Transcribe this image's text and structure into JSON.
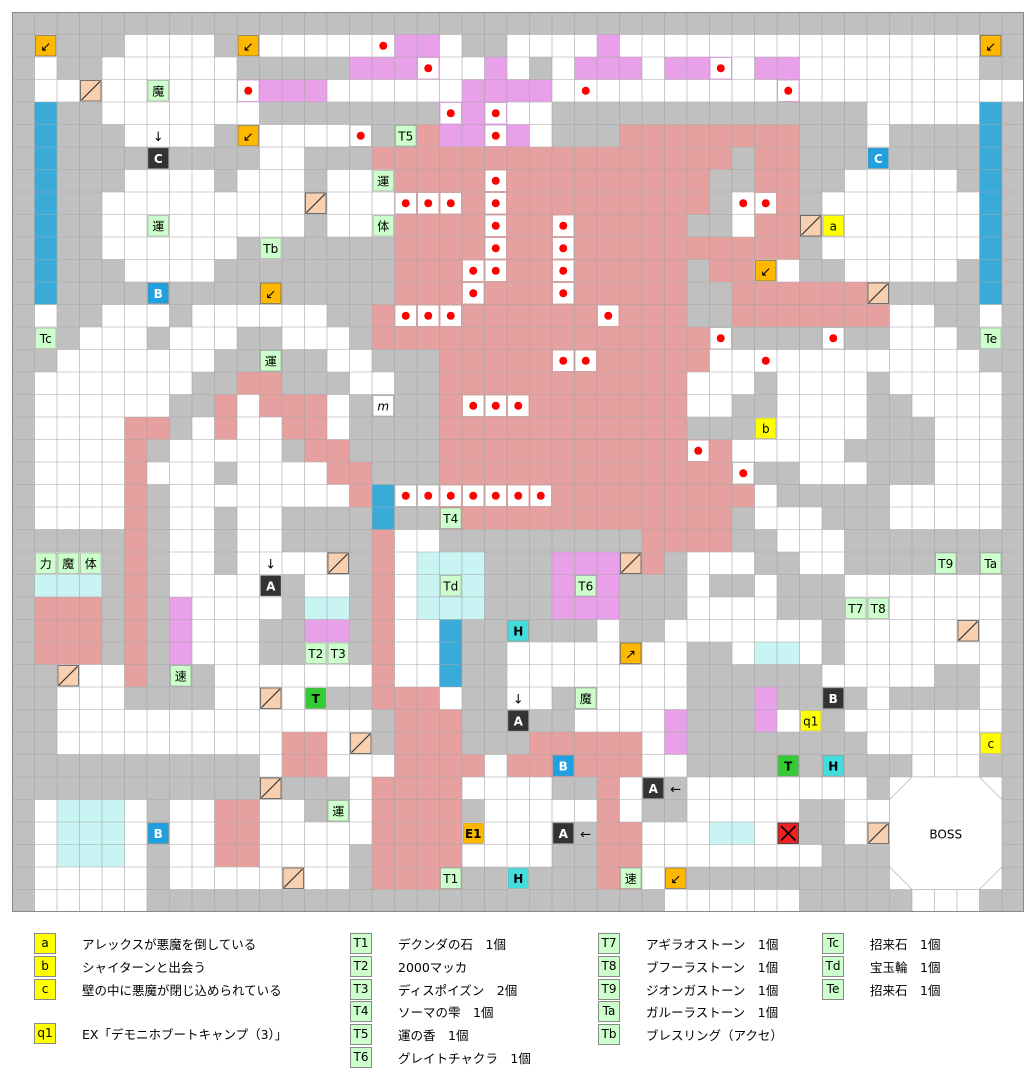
{
  "colors": {
    "background": "#c0c0c0",
    "grid_line": "#a6a6a6",
    "floor": "#ffffff",
    "damage_floor": "#e6a0a0",
    "poison_floor": "#e8a0e8",
    "ice_floor": "#c8f4f4",
    "water": "#3aaad8",
    "enemy_marker": "#ff0000",
    "treasure_tag": "#ccffcc",
    "event_tag": "#ffff00",
    "orange_marker": "#ffb800",
    "door_dark": "#333333",
    "door_blue": "#1fa0e0",
    "door_green": "#33cc33",
    "door_teal": "#44dddd"
  },
  "map": {
    "boss_label": "BOSS",
    "cell_labels": [
      {
        "text": "魔",
        "col": 6,
        "row": 3,
        "kind": "tile"
      },
      {
        "text": "運",
        "col": 6,
        "row": 9,
        "kind": "tile"
      },
      {
        "text": "運",
        "col": 16,
        "row": 7,
        "kind": "tile"
      },
      {
        "text": "体",
        "col": 16,
        "row": 9,
        "kind": "tile"
      },
      {
        "text": "運",
        "col": 11,
        "row": 15,
        "kind": "tile"
      },
      {
        "text": "力",
        "col": 1,
        "row": 24,
        "kind": "tile"
      },
      {
        "text": "魔",
        "col": 2,
        "row": 24,
        "kind": "tile"
      },
      {
        "text": "体",
        "col": 3,
        "row": 24,
        "kind": "tile"
      },
      {
        "text": "速",
        "col": 7,
        "row": 29,
        "kind": "tile"
      },
      {
        "text": "魔",
        "col": 25,
        "row": 30,
        "kind": "tile"
      },
      {
        "text": "運",
        "col": 14,
        "row": 35,
        "kind": "tile"
      },
      {
        "text": "速",
        "col": 27,
        "row": 38,
        "kind": "tile"
      },
      {
        "text": "T1",
        "col": 19,
        "row": 38,
        "kind": "treasure"
      },
      {
        "text": "T2",
        "col": 13,
        "row": 28,
        "kind": "treasure"
      },
      {
        "text": "T3",
        "col": 14,
        "row": 28,
        "kind": "treasure"
      },
      {
        "text": "T4",
        "col": 19,
        "row": 22,
        "kind": "treasure"
      },
      {
        "text": "T5",
        "col": 17,
        "row": 5,
        "kind": "treasure"
      },
      {
        "text": "T6",
        "col": 25,
        "row": 25,
        "kind": "treasure"
      },
      {
        "text": "T7",
        "col": 37,
        "row": 26,
        "kind": "treasure"
      },
      {
        "text": "T8",
        "col": 38,
        "row": 26,
        "kind": "treasure"
      },
      {
        "text": "T9",
        "col": 41,
        "row": 24,
        "kind": "treasure"
      },
      {
        "text": "Ta",
        "col": 43,
        "row": 24,
        "kind": "treasure"
      },
      {
        "text": "Tb",
        "col": 11,
        "row": 10,
        "kind": "treasure"
      },
      {
        "text": "Tc",
        "col": 1,
        "row": 14,
        "kind": "treasure"
      },
      {
        "text": "Td",
        "col": 19,
        "row": 25,
        "kind": "treasure"
      },
      {
        "text": "Te",
        "col": 43,
        "row": 14,
        "kind": "treasure"
      },
      {
        "text": "a",
        "col": 36,
        "row": 9,
        "kind": "event"
      },
      {
        "text": "b",
        "col": 33,
        "row": 18,
        "kind": "event"
      },
      {
        "text": "c",
        "col": 43,
        "row": 32,
        "kind": "event"
      },
      {
        "text": "q1",
        "col": 35,
        "row": 31,
        "kind": "event"
      },
      {
        "text": "C",
        "col": 6,
        "row": 6,
        "kind": "door-dark"
      },
      {
        "text": "C",
        "col": 38,
        "row": 6,
        "kind": "door-blue"
      },
      {
        "text": "B",
        "col": 6,
        "row": 12,
        "kind": "door-blue"
      },
      {
        "text": "A",
        "col": 11,
        "row": 25,
        "kind": "door-dark"
      },
      {
        "text": "H",
        "col": 22,
        "row": 27,
        "kind": "door-teal"
      },
      {
        "text": "T",
        "col": 13,
        "row": 30,
        "kind": "door-green"
      },
      {
        "text": "A",
        "col": 22,
        "row": 31,
        "kind": "door-dark"
      },
      {
        "text": "B",
        "col": 36,
        "row": 30,
        "kind": "door-dark"
      },
      {
        "text": "B",
        "col": 24,
        "row": 33,
        "kind": "door-blue"
      },
      {
        "text": "A",
        "col": 28,
        "row": 34,
        "kind": "door-dark"
      },
      {
        "text": "T",
        "col": 34,
        "row": 33,
        "kind": "door-green"
      },
      {
        "text": "H",
        "col": 36,
        "row": 33,
        "kind": "door-teal"
      },
      {
        "text": "B",
        "col": 6,
        "row": 36,
        "kind": "door-blue"
      },
      {
        "text": "E1",
        "col": 20,
        "row": 36,
        "kind": "orange"
      },
      {
        "text": "A",
        "col": 24,
        "row": 36,
        "kind": "door-dark"
      },
      {
        "text": "H",
        "col": 22,
        "row": 38,
        "kind": "door-teal"
      },
      {
        "text": "m",
        "col": 16,
        "row": 17,
        "kind": "italic"
      }
    ],
    "arrow_labels": [
      {
        "text": "↓",
        "col": 6,
        "row": 5
      },
      {
        "text": "↓",
        "col": 11,
        "row": 24
      },
      {
        "text": "↓",
        "col": 22,
        "row": 30
      },
      {
        "text": "←",
        "col": 29,
        "row": 34
      },
      {
        "text": "←",
        "col": 25,
        "row": 36
      }
    ]
  },
  "legend": {
    "events": [
      {
        "key": "a",
        "text": "アレックスが悪魔を倒している"
      },
      {
        "key": "b",
        "text": "シャイターンと出会う"
      },
      {
        "key": "c",
        "text": "壁の中に悪魔が閉じ込められている"
      },
      {
        "key": "q1",
        "text": "EX「デモニホブートキャンプ（3）」"
      }
    ],
    "treasures_1": [
      {
        "key": "T1",
        "text": "デクンダの石　1個"
      },
      {
        "key": "T2",
        "text": "2000マッカ"
      },
      {
        "key": "T3",
        "text": "ディスポイズン　2個"
      },
      {
        "key": "T4",
        "text": "ソーマの雫　1個"
      },
      {
        "key": "T5",
        "text": "運の香　1個"
      },
      {
        "key": "T6",
        "text": "グレイトチャクラ　1個"
      }
    ],
    "treasures_2": [
      {
        "key": "T7",
        "text": "アギラオストーン　1個"
      },
      {
        "key": "T8",
        "text": "ブフーラストーン　1個"
      },
      {
        "key": "T9",
        "text": "ジオンガストーン　1個"
      },
      {
        "key": "Ta",
        "text": "ガルーラストーン　1個"
      },
      {
        "key": "Tb",
        "text": "ブレスリング（アクセ）"
      }
    ],
    "treasures_3": [
      {
        "key": "Tc",
        "text": "招来石　1個"
      },
      {
        "key": "Td",
        "text": "宝玉輪　1個"
      },
      {
        "key": "Te",
        "text": "招来石　1個"
      }
    ]
  }
}
